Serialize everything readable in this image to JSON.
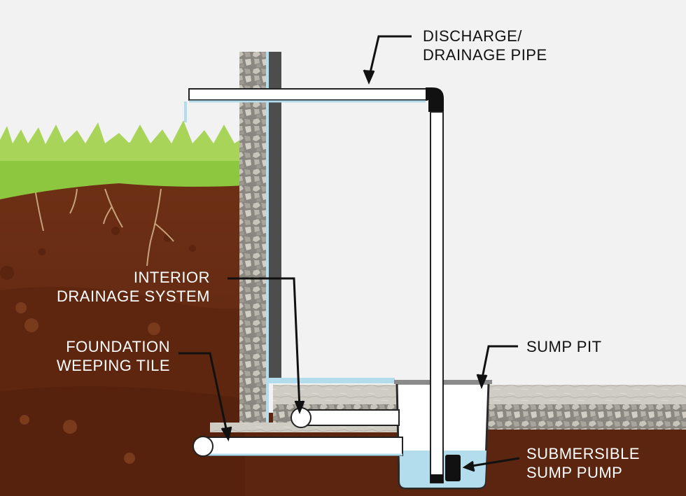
{
  "colors": {
    "background": "#f2f2f2",
    "grass": "#8dc63f",
    "soil_top": "#6b2f14",
    "soil_bottom": "#5a2410",
    "pipe_fill": "#ffffff",
    "water": "#b3dcec",
    "wall_gravel": "#8c8a84",
    "wall_dark": "#4a4a4a",
    "label_dark": "#111111",
    "label_light": "#ffffff"
  },
  "labels": {
    "discharge": {
      "line1": "DISCHARGE/",
      "line2": "DRAINAGE PIPE"
    },
    "interior": {
      "line1": "INTERIOR",
      "line2": "DRAINAGE SYSTEM"
    },
    "foundation": {
      "line1": "FOUNDATION",
      "line2": "WEEPING TILE"
    },
    "sump_pit": {
      "line1": "SUMP PIT"
    },
    "pump": {
      "line1": "SUBMERSIBLE",
      "line2": "SUMP PUMP"
    }
  }
}
